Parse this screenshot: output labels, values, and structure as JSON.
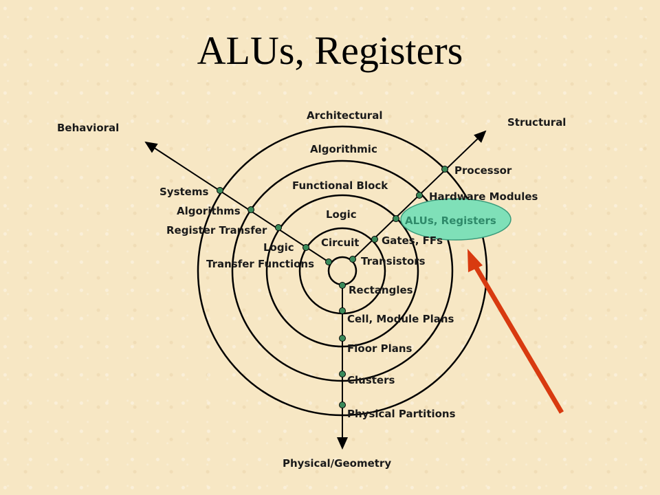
{
  "title": "ALUs, Registers",
  "axes": {
    "behavioral": "Behavioral",
    "structural": "Structural",
    "physical": "Physical/Geometry"
  },
  "levels": {
    "architectural": "Architectural",
    "algorithmic": "Algorithmic",
    "functional_block": "Functional Block",
    "logic": "Logic",
    "circuit": "Circuit"
  },
  "behavioral_items": {
    "systems": "Systems",
    "algorithms": "Algorithms",
    "register_transfer": "Register Transfer",
    "logic": "Logic",
    "transfer_functions": "Transfer Functions"
  },
  "structural_items": {
    "processor": "Processor",
    "hardware_modules": "Hardware Modules",
    "alus_registers": "ALUs, Registers",
    "gates_ffs": "Gates, FFs",
    "transistors": "Transistors"
  },
  "physical_items": {
    "rectangles": "Rectangles",
    "cell_module_plans": "Cell, Module Plans",
    "floor_plans": "Floor Plans",
    "clusters": "Clusters",
    "physical_partitions": "Physical Partitions"
  },
  "colors": {
    "node_fill": "#3a8a5a",
    "highlight_fill": "#7fe0b8",
    "arrow": "#d83a10"
  }
}
